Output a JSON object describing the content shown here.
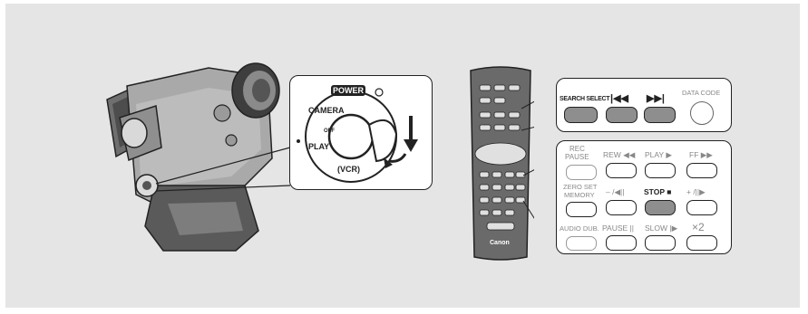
{
  "dial": {
    "power": "POWER",
    "camera": "CAMERA",
    "play": "PLAY",
    "vcr": "(VCR)",
    "off": "OFF"
  },
  "remote": {
    "brand": "Canon"
  },
  "top_panel": {
    "search_select": "SEARCH SELECT",
    "skip_back": "|◀◀",
    "skip_forward": "▶▶|",
    "data_code": "DATA CODE"
  },
  "bottom_panel": {
    "rec_pause_1": "REC",
    "rec_pause_2": "PAUSE",
    "rew": "REW ◀◀",
    "play": "PLAY ▶",
    "ff": "FF ▶▶",
    "zero_set_1": "ZERO SET",
    "zero_set_2": "MEMORY",
    "slow_back": "– /◀||",
    "stop": "STOP ■",
    "slow_fwd": "+ /||▶",
    "audio_dub": "AUDIO DUB.",
    "pause": "PAUSE ||",
    "slow": "SLOW |▶",
    "x2": "×2"
  }
}
